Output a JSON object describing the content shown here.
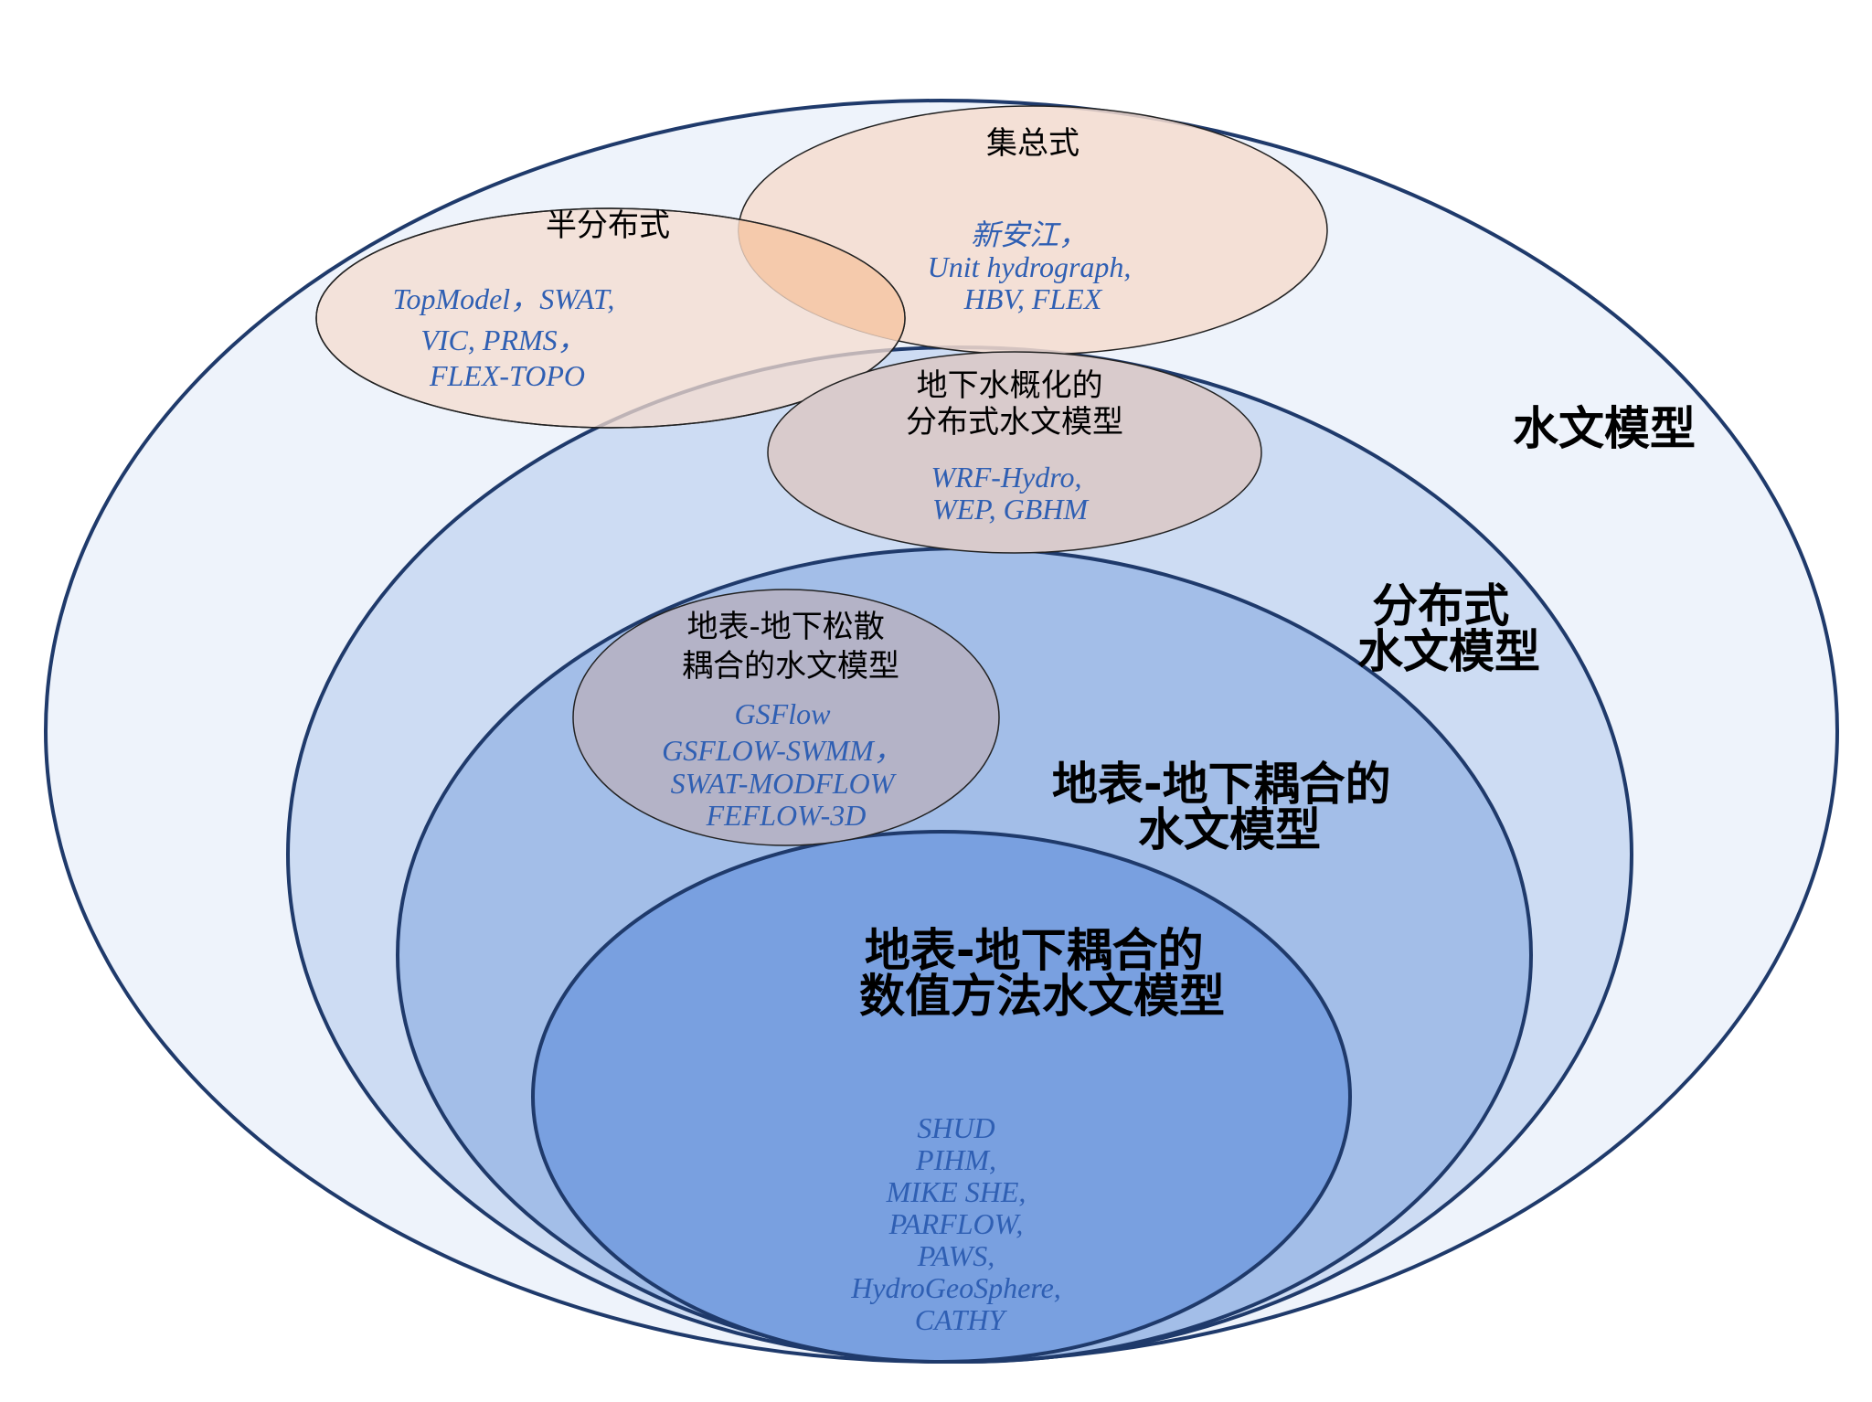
{
  "colors": {
    "outer_fill": "#eef3fb",
    "distributed_fill": "#cddcf3",
    "coupled_fill": "#a3bee8",
    "numerical_fill": "#79a0e0",
    "border": "#1f3a6b",
    "lumped_fill": "#f4dccf",
    "overlap_fill": "#f4c7a6",
    "groundwater_fill": "#d9cbcc",
    "loose_fill": "#b4b3c7",
    "model_text": "#2f5fb3"
  },
  "sets": {
    "hydrological": {
      "title": "水文模型"
    },
    "distributed": {
      "title_lines": [
        "分布式",
        "水文模型"
      ]
    },
    "coupled": {
      "title_lines": [
        "地表-地下耦合的",
        "水文模型"
      ]
    },
    "numerical": {
      "title_lines": [
        "地表-地下耦合的",
        "数值方法水文模型"
      ],
      "models": [
        "SHUD",
        "PIHM,",
        "MIKE SHE,",
        "PARFLOW,",
        "PAWS,",
        "HydroGeoSphere,",
        "CATHY"
      ]
    },
    "lumped": {
      "title": "集总式",
      "models": [
        "新安江，",
        "Unit hydrograph,",
        "HBV, FLEX"
      ]
    },
    "semi_distributed": {
      "title": "半分布式",
      "models": [
        "TopModel，SWAT,",
        "VIC, PRMS，",
        "FLEX-TOPO"
      ]
    },
    "groundwater_conceptual": {
      "title_lines": [
        "地下水概化的",
        "分布式水文模型"
      ],
      "models": [
        "WRF-Hydro,",
        "WEP, GBHM"
      ]
    },
    "loose_coupled": {
      "title_lines": [
        "地表-地下松散",
        "耦合的水文模型"
      ],
      "models": [
        "GSFlow",
        "GSFLOW-SWMM，",
        "SWAT-MODFLOW",
        "FEFLOW-3D"
      ]
    }
  }
}
